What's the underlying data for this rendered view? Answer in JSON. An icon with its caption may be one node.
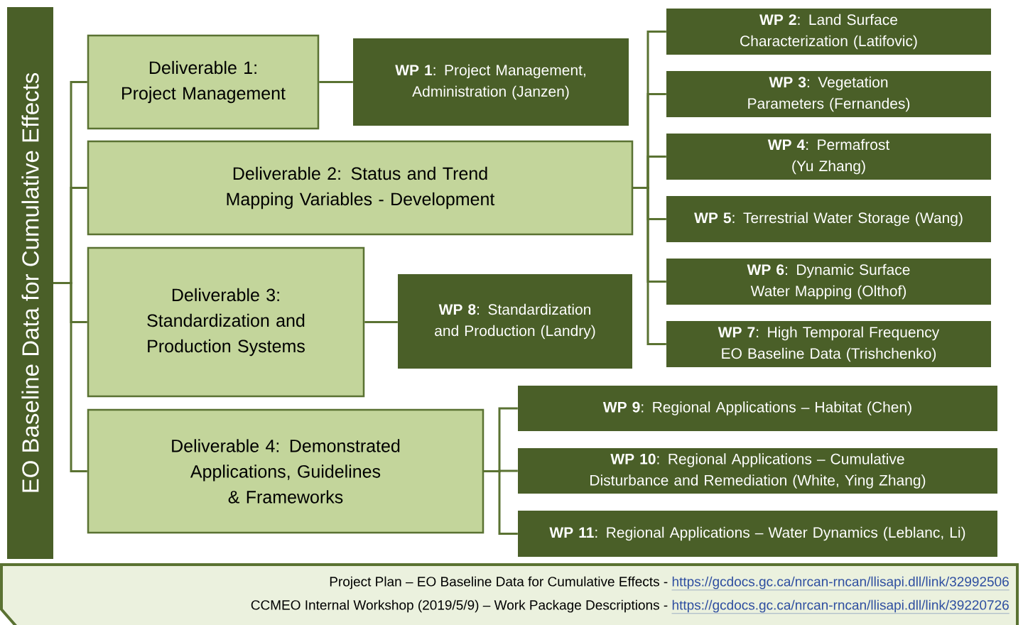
{
  "diagram": {
    "nodes": [
      {
        "text": [
          "EO Baseline Data for Cumulative Effects"
        ]
      },
      {
        "text": [
          "Deliverable 1: Project Management"
        ]
      },
      {
        "text": [
          "Deliverable 2: Status and Trend Mapping Variables - Development"
        ]
      },
      {
        "text": [
          "Deliverable 3: Standardization and Production Systems"
        ]
      },
      {
        "text": [
          "Deliverable 4: Demonstrated Applications, Guidelines & Frameworks"
        ]
      },
      {
        "text": [
          "**WP 1**: Project Management, Administration (Janzen)"
        ]
      },
      {
        "text": [
          "**WP 2**: Land Surface Characterization (Latifovic)"
        ]
      },
      {
        "text": [
          "**WP 3**: Vegetation Parameters (Fernandes)"
        ]
      },
      {
        "text": [
          "**WP 4**: Permafrost (Yu Zhang)"
        ]
      },
      {
        "text": [
          "**WP 5**: Terrestrial Water Storage (Wang)"
        ]
      },
      {
        "text": [
          "**WP 6**: Dynamic Surface Water Mapping (Olthof)"
        ]
      },
      {
        "text": [
          "**WP 7**: High Temporal Frequency EO Baseline Data (Trishchenko)"
        ]
      },
      {
        "text": [
          "**WP 8**: Standardization and Production (Landry)"
        ]
      },
      {
        "text": [
          "**WP 9**: Regional Applications – Habitat (Chen)"
        ]
      },
      {
        "text": [
          "**WP 10**: Regional Applications – Cumulative Disturbance and Remediation (White, Ying Zhang)"
        ]
      },
      {
        "text": [
          "**WP 11**: Regional Applications – Water Dynamics (Leblanc, Li)"
        ]
      },
      {
        "text": [
          "Project Plan – EO Baseline Data for Cumulative Effects -",
          "https://gcdocs.gc.ca/nrcan-rncan/llisapi.dll/link/32992506",
          "CCMEO Internal Workshop (2019/5/9) – Work Package Descriptions -",
          "https://gcdocs.gc.ca/nrcan-rncan/llisapi.dll/link/39220726"
        ]
      }
    ],
    "edges": [
      {
        "from": 0,
        "to": 1,
        "arrow": "none"
      },
      {
        "from": 0,
        "to": 2,
        "arrow": "none"
      },
      {
        "from": 0,
        "to": 3,
        "arrow": "none"
      },
      {
        "from": 0,
        "to": 4,
        "arrow": "none"
      },
      {
        "from": 1,
        "to": 5,
        "arrow": "none"
      },
      {
        "from": 2,
        "to": 6,
        "arrow": "none"
      },
      {
        "from": 2,
        "to": 7,
        "arrow": "none"
      },
      {
        "from": 2,
        "to": 8,
        "arrow": "none"
      },
      {
        "from": 2,
        "to": 9,
        "arrow": "none"
      },
      {
        "from": 2,
        "to": 10,
        "arrow": "none"
      },
      {
        "from": 2,
        "to": 11,
        "arrow": "none"
      },
      {
        "from": 3,
        "to": 12,
        "arrow": "none"
      },
      {
        "from": 4,
        "to": 13,
        "arrow": "none"
      },
      {
        "from": 4,
        "to": 14,
        "arrow": "none"
      },
      {
        "from": 4,
        "to": 15,
        "arrow": "none"
      }
    ]
  }
}
